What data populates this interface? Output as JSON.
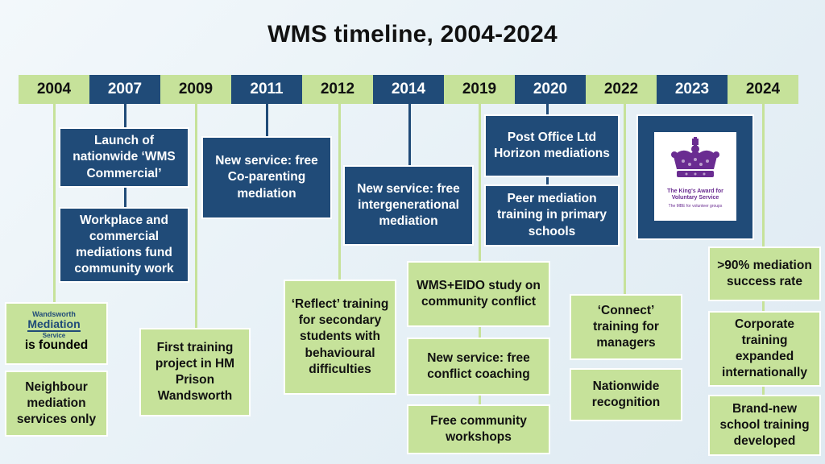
{
  "title": "WMS timeline, 2004-2024",
  "years": [
    "2004",
    "2007",
    "2009",
    "2011",
    "2012",
    "2014",
    "2019",
    "2020",
    "2022",
    "2023",
    "2024"
  ],
  "events": {
    "y2004": {
      "logo_top": "Wandsworth",
      "logo_main": "Mediation",
      "logo_sub": "Service",
      "founded": "is founded",
      "neighbour": "Neighbour mediation services only"
    },
    "y2007": {
      "launch": "Launch of nationwide ‘WMS Commercial’",
      "workplace": "Workplace and commercial mediations fund community work"
    },
    "y2009": {
      "prison": "First training project in HM Prison Wandsworth"
    },
    "y2011": {
      "coparenting": "New service: free Co-parenting mediation"
    },
    "y2012": {
      "reflect": "‘Reflect’ training for secondary students with behavioural difficulties"
    },
    "y2014": {
      "intergen": "New service: free intergenerational mediation"
    },
    "y2019": {
      "study": "WMS+EIDO study on community conflict",
      "coaching": "New service: free conflict coaching",
      "workshops": "Free community workshops"
    },
    "y2020": {
      "postoffice": "Post Office Ltd Horizon mediations",
      "peer": "Peer mediation training in primary schools"
    },
    "y2022": {
      "connect": "‘Connect’ training for managers",
      "recognition": "Nationwide recognition"
    },
    "y2023": {
      "award_title": "The King's Award for Voluntary Service",
      "award_sub": "The MBE for volunteer groups"
    },
    "y2024": {
      "success": ">90% mediation success rate",
      "corporate": "Corporate training expanded internationally",
      "school": "Brand-new school training developed"
    }
  },
  "colors": {
    "green": "#c6e29a",
    "navy": "#204b78",
    "purple": "#6a2c91"
  }
}
